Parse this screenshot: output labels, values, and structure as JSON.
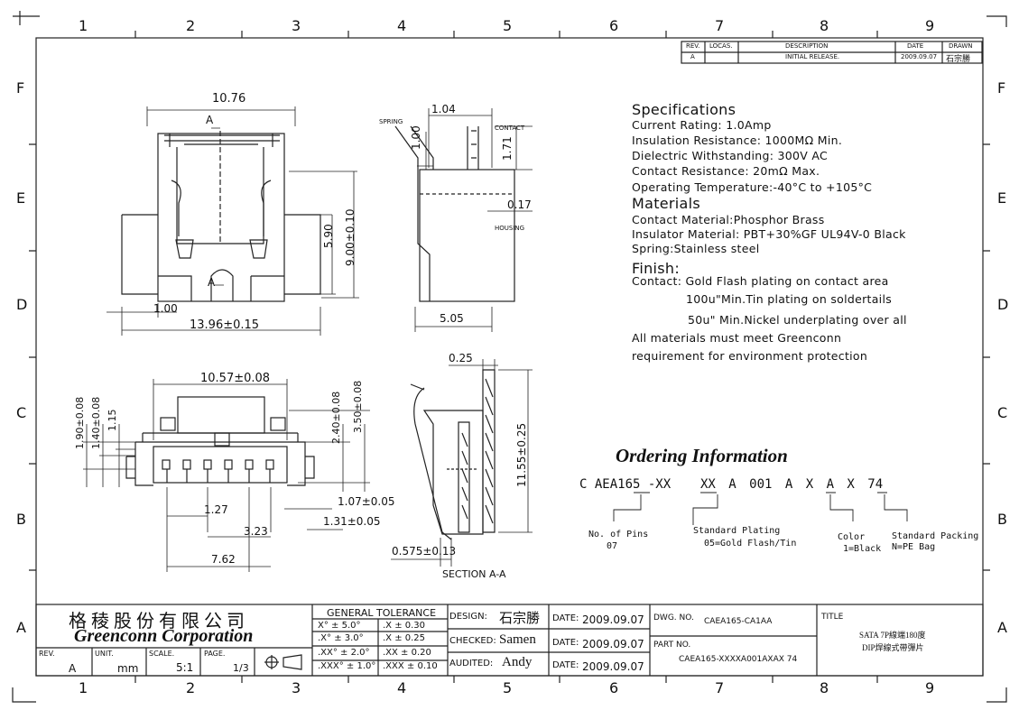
{
  "grid": {
    "columns": [
      "1",
      "2",
      "3",
      "4",
      "5",
      "6",
      "7",
      "8",
      "9"
    ],
    "rows": [
      "F",
      "E",
      "D",
      "C",
      "B",
      "A"
    ]
  },
  "revision_table": {
    "headers": [
      "REV.",
      "LOCAS.",
      "DESCRIPTION",
      "DATE",
      "DRAWN"
    ],
    "row": [
      "A",
      "",
      "INITIAL RELEASE.",
      "2009.09.07",
      "石宗勝"
    ]
  },
  "dimensions": {
    "top_width": "10.76",
    "section_marker": "A",
    "left_offset": "1.00",
    "overall_width": "13.96±0.15",
    "height_590": "5.90",
    "height_900": "9.00±0.10",
    "side_104": "1.04",
    "side_100": "1.00",
    "side_171": "1.71",
    "side_017": "0.17",
    "side_505": "5.05",
    "spring": "SPRING",
    "contact": "CONTACT",
    "housing": "HOUSING",
    "bottom_width": "10.57±0.08",
    "v190": "1.90±0.08",
    "v140": "1.40±0.08",
    "v115": "1.15",
    "v240": "2.40±0.08",
    "v350": "3.50±0.08",
    "h127": "1.27",
    "h323": "3.23",
    "h762": "7.62",
    "h107": "1.07±0.05",
    "h131": "1.31±0.05",
    "sec025": "0.25",
    "sec1155": "11.55±0.25",
    "sec0575": "0.575±0.13",
    "section_label": "SECTION A-A"
  },
  "specifications": {
    "title": "Specifications",
    "lines": [
      "Current Rating: 1.0Amp",
      "Insulation Resistance: 1000MΩ Min.",
      "Dielectric Withstanding: 300V AC",
      "Contact Resistance: 20mΩ Max.",
      "Operating Temperature:-40°C to +105°C"
    ],
    "materials_title": "Materials",
    "materials": [
      "Contact Material:Phosphor Brass",
      "Insulator Material: PBT+30%GF UL94V-0 Black",
      "Spring:Stainless steel"
    ],
    "finish_title": "Finish:",
    "finish": [
      "Contact: Gold Flash plating on contact area",
      "100u\"Min.Tin plating on soldertails",
      "50u\" Min.Nickel underplating over all"
    ],
    "note": [
      "All materials must meet Greenconn",
      "requirement for environment protection"
    ]
  },
  "ordering": {
    "title": "Ordering Information",
    "code_parts": [
      "C AEA165 -XX",
      "XX A 001 A X A X 74"
    ],
    "pins_label": "No. of Pins",
    "pins_value": "07",
    "plating_label": "Standard Plating",
    "plating_value": "05=Gold Flash/Tin",
    "color_label": "Color",
    "color_value": "1=Black",
    "packing_label": "Standard Packing",
    "packing_value": "N=PE Bag"
  },
  "title_block": {
    "company_cn": "格 稜 股 份 有 限 公 司",
    "company_en": "Greenconn Corporation",
    "rev_label": "REV.",
    "rev_value": "A",
    "unit_label": "UNIT.",
    "unit_value": "mm",
    "scale_label": "SCALE.",
    "scale_value": "5:1",
    "page_label": "PAGE.",
    "page_value": "1/3",
    "tolerance_title": "GENERAL  TOLERANCE",
    "tol_rows": [
      [
        "X° ± 5.0°",
        ".X    ± 0.30"
      ],
      [
        ".X° ± 3.0°",
        ".X    ± 0.25"
      ],
      [
        ".XX° ± 2.0°",
        ".XX   ± 0.20"
      ],
      [
        ".XXX° ± 1.0°",
        ".XXX ± 0.10"
      ]
    ],
    "design_label": "DESIGN:",
    "design_value": "石宗勝",
    "checked_label": "CHECKED:",
    "checked_value": "Samen",
    "audited_label": "AUDITED:",
    "audited_value": "Andy",
    "date_label": "DATE:",
    "date_value": "2009.09.07",
    "dwg_label": "DWG. NO.",
    "dwg_value": "CAEA165-CA1AA",
    "part_label": "PART NO.",
    "part_value": "CAEA165-XXXXA001AXAX 74",
    "title_label": "TITLE",
    "title_line1": "SATA 7P線端180度",
    "title_line2": "DIP焊線式帶彈片"
  }
}
